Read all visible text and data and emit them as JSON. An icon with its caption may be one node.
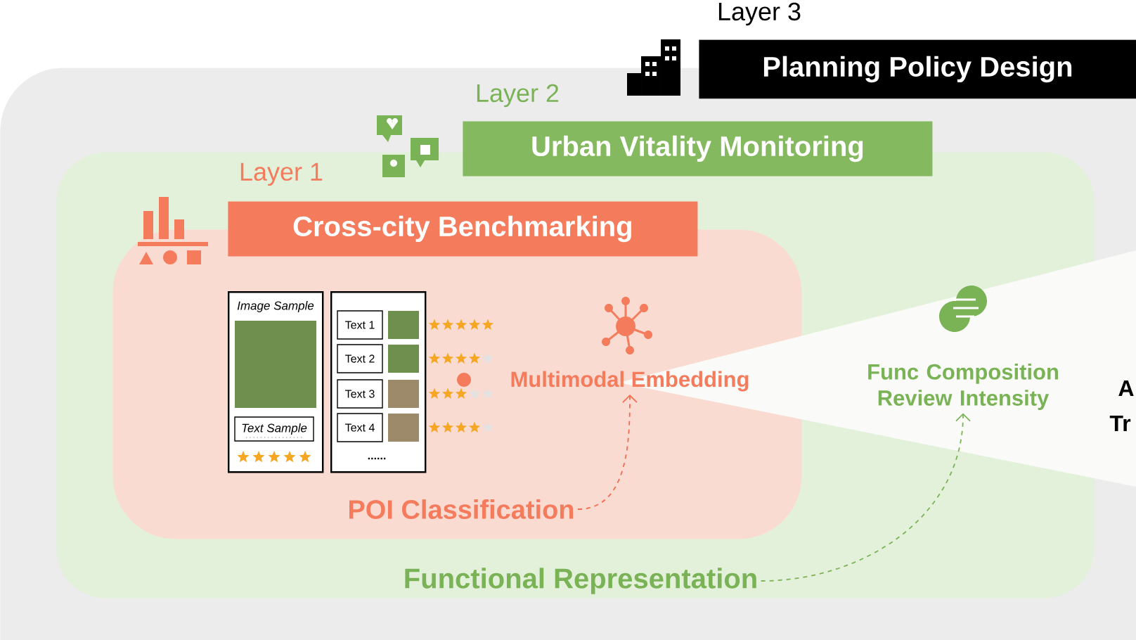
{
  "diagram": {
    "nodes": [
      {
        "text": [
          "Layer 3",
          "Planning Policy Design"
        ]
      },
      {
        "text": [
          "Layer 2",
          "Urban Vitality Monitoring"
        ],
        "in": 0
      },
      {
        "text": [
          "Layer 1",
          "Cross-city Benchmarking"
        ],
        "in": 1
      },
      {
        "text": [
          "Image Sample",
          "Text Sample"
        ],
        "in": 2
      },
      {
        "text": [
          "Text 1",
          "Text 2",
          "Text 3",
          "Text 4",
          "......"
        ],
        "in": 2
      },
      {
        "text": [
          "Multimodal Embedding"
        ],
        "in": 2
      },
      {
        "text": [
          "POI Classification"
        ],
        "in": 2
      },
      {
        "text": [
          "Func Composition Review Intensity"
        ],
        "in": 1
      },
      {
        "text": [
          "Functional Representation"
        ],
        "in": 1
      }
    ],
    "edges": [
      {
        "from": 6,
        "to": 5,
        "arrow": "to",
        "style": "dashed",
        "color": "#f26d4f"
      },
      {
        "from": 8,
        "to": 7,
        "arrow": "to",
        "style": "dashed",
        "color": "#7ab356"
      }
    ],
    "labels": [
      "A",
      "Tr"
    ]
  }
}
